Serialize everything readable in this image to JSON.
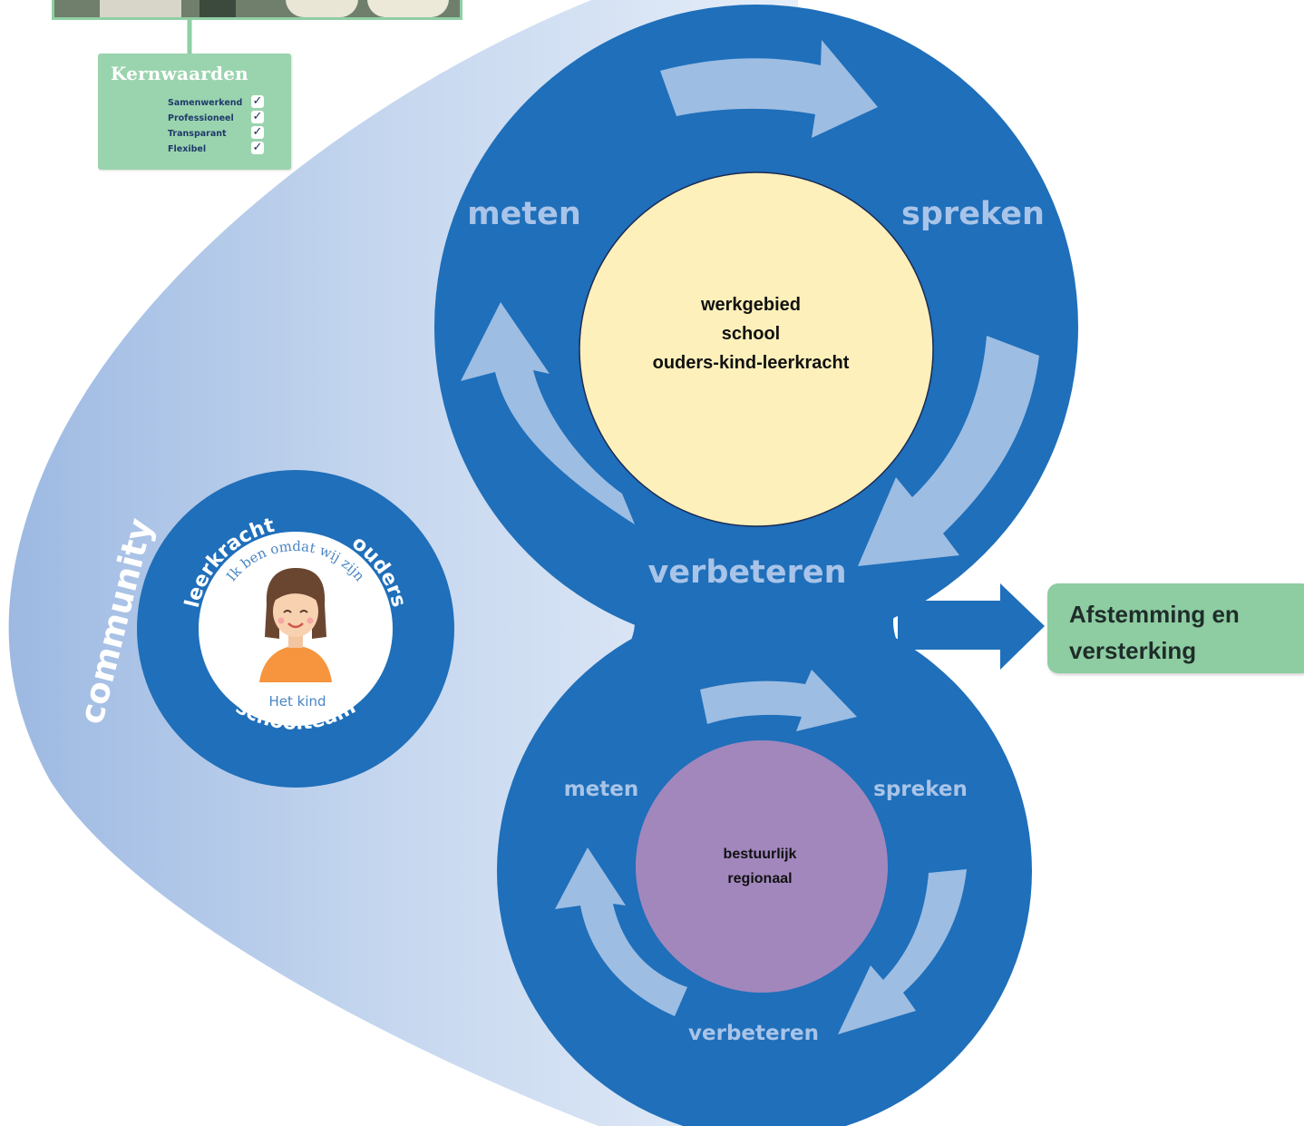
{
  "colors": {
    "dark_blue": "#1f6fba",
    "arrow_blue": "#9dbde3",
    "label_blue": "#a9c4e8",
    "yellow": "#fdf0ba",
    "purple": "#a287bd",
    "green": "#8ecca1",
    "cone_light": "#c9d9ef"
  },
  "kernwaarden": {
    "title": "Kernwaarden",
    "items": [
      "Samenwerkend",
      "Professioneel",
      "Transparant",
      "Flexibel"
    ]
  },
  "community_label": "community",
  "child_circle": {
    "top_left": "leerkracht",
    "top_right": "ouders",
    "bottom": "schoolteam",
    "arc_text": "Ik ben omdat wij zijn",
    "center_label": "Het kind"
  },
  "top_cycle": {
    "labels": {
      "left": "meten",
      "right": "spreken",
      "bottom": "verbeteren"
    },
    "center_lines": [
      "werkgebied",
      "school",
      "ouders-kind-leerkracht"
    ]
  },
  "bottom_cycle": {
    "labels": {
      "left": "meten",
      "right": "spreken",
      "bottom": "verbeteren"
    },
    "center_lines": [
      "bestuurlijk",
      "regionaal"
    ]
  },
  "result": {
    "lines": [
      "Afstemming en",
      "versterking"
    ]
  }
}
